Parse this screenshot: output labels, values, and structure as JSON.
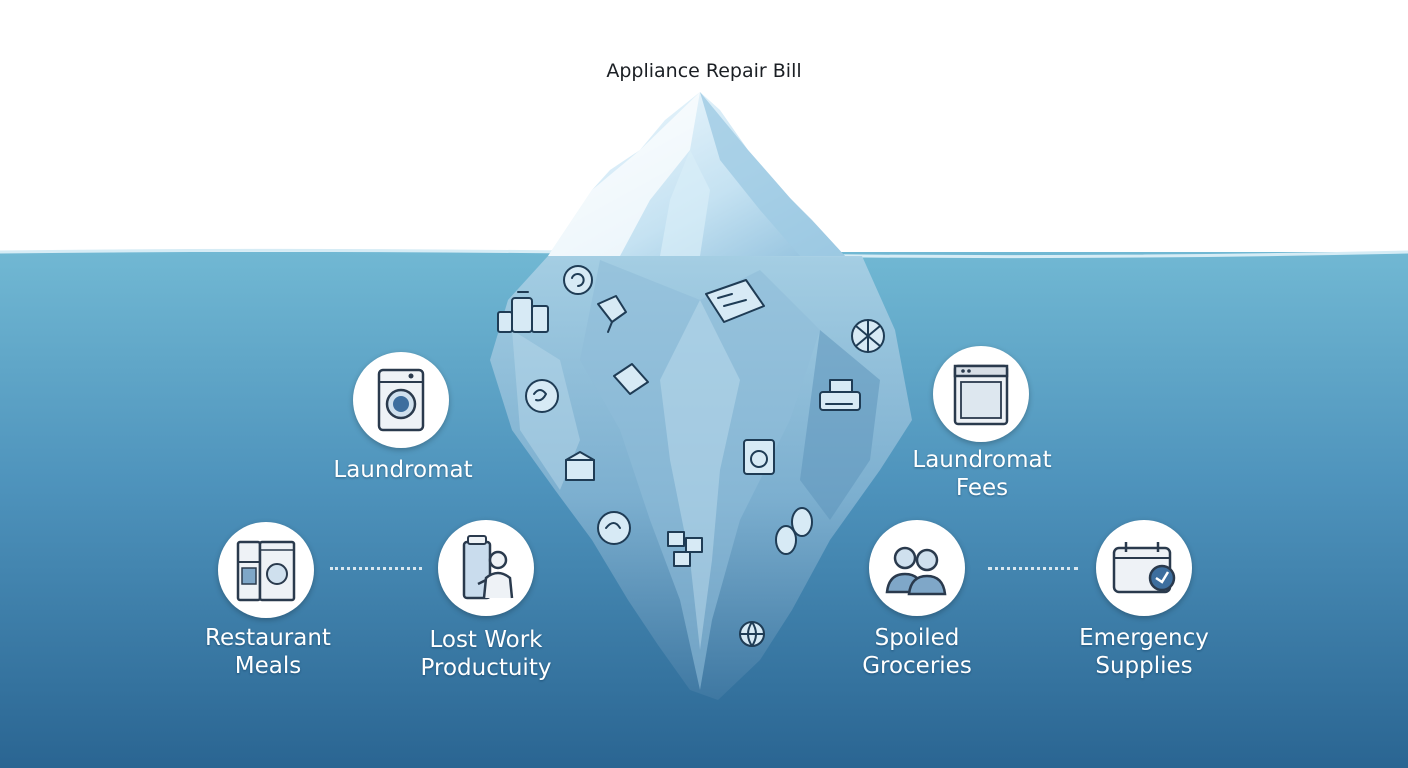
{
  "title": "Appliance Repair Bill",
  "colors": {
    "water_top": "#6cb3cf",
    "water_bottom": "#2b6994",
    "ice_light": "#e9f5fb",
    "ice_mid": "#a9d2e8",
    "ice_deep": "#4d85ad"
  },
  "nodes": [
    {
      "icon": "washing-machine-icon",
      "label_lines": [
        "Laundromat"
      ]
    },
    {
      "icon": "dishwasher-icon",
      "label_lines": [
        "Laundromat",
        "Fees"
      ]
    },
    {
      "icon": "refrigerator-icon",
      "label_lines": [
        "Restaurant",
        "Meals"
      ]
    },
    {
      "icon": "worker-icon",
      "label_lines": [
        "Lost Work",
        "Productuity"
      ]
    },
    {
      "icon": "people-icon",
      "label_lines": [
        "Spoiled",
        "Groceries"
      ]
    },
    {
      "icon": "calendar-icon",
      "label_lines": [
        "Emergency",
        "Supplies"
      ]
    }
  ],
  "submerged_icons": [
    "luggage-icon",
    "cycle-icon",
    "tools-icon",
    "blueprint-icon",
    "fan-icon",
    "ducks-icon",
    "fridge-door-icon",
    "printer-icon",
    "box-icon",
    "washer-small-icon",
    "shoes-icon",
    "puzzle-icon",
    "dial-icon",
    "globe-icon"
  ]
}
